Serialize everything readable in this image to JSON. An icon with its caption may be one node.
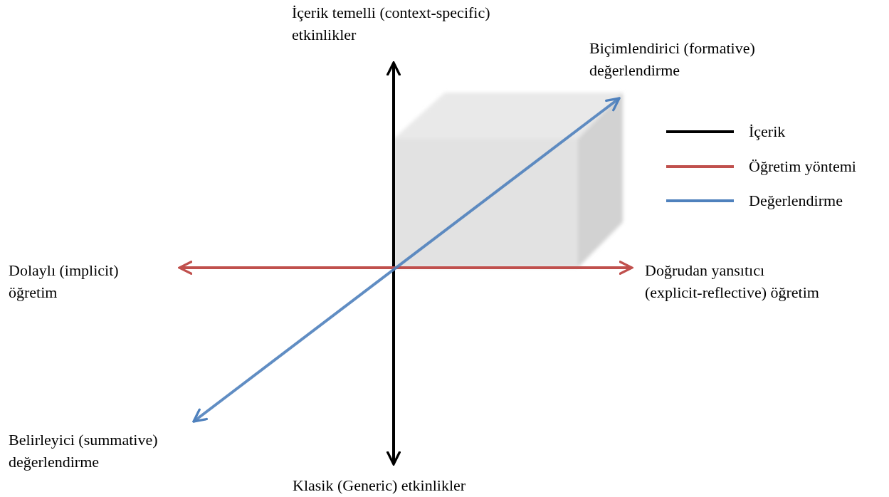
{
  "diagram": {
    "nodes": [
      {
        "text": [
          "İçerik temelli (context-specific) etkinlikler"
        ]
      },
      {
        "text": [
          "Klasik (Generic) etkinlikler"
        ]
      },
      {
        "text": [
          "Dolaylı (implicit) öğretim"
        ]
      },
      {
        "text": [
          "Doğrudan yansıtıcı (explicit-reflective) öğretim"
        ]
      },
      {
        "text": [
          "Biçimlendirici (formative) değerlendirme"
        ]
      },
      {
        "text": [
          "Belirleyici (summative) değerlendirme"
        ]
      }
    ],
    "edges": [
      {
        "from": 0,
        "to": 1,
        "arrow": "both",
        "color": "#000000"
      },
      {
        "from": 2,
        "to": 3,
        "arrow": "both",
        "color": "#c0504d"
      },
      {
        "from": 5,
        "to": 4,
        "arrow": "both",
        "color": "#4f81bd"
      }
    ],
    "legend": [
      {
        "text": "İçerik"
      },
      {
        "text": "Öğretim yöntemi"
      },
      {
        "text": "Değerlendirme"
      }
    ]
  }
}
